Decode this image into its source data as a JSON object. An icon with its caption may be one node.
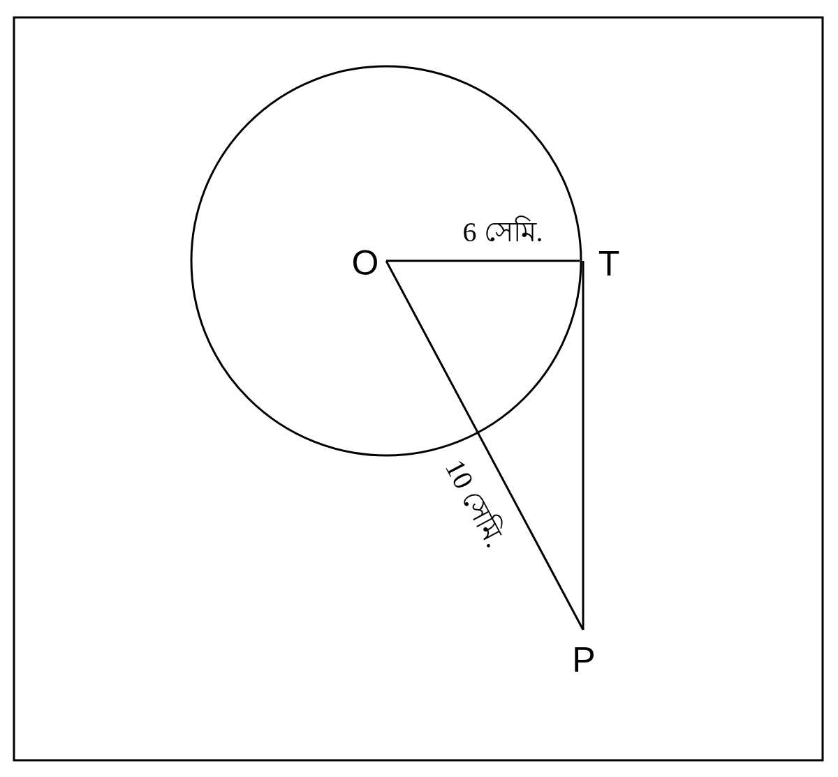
{
  "diagram": {
    "labels": [
      "6 সেমি.",
      "O",
      "T",
      "10 সেমি.",
      "P"
    ]
  }
}
